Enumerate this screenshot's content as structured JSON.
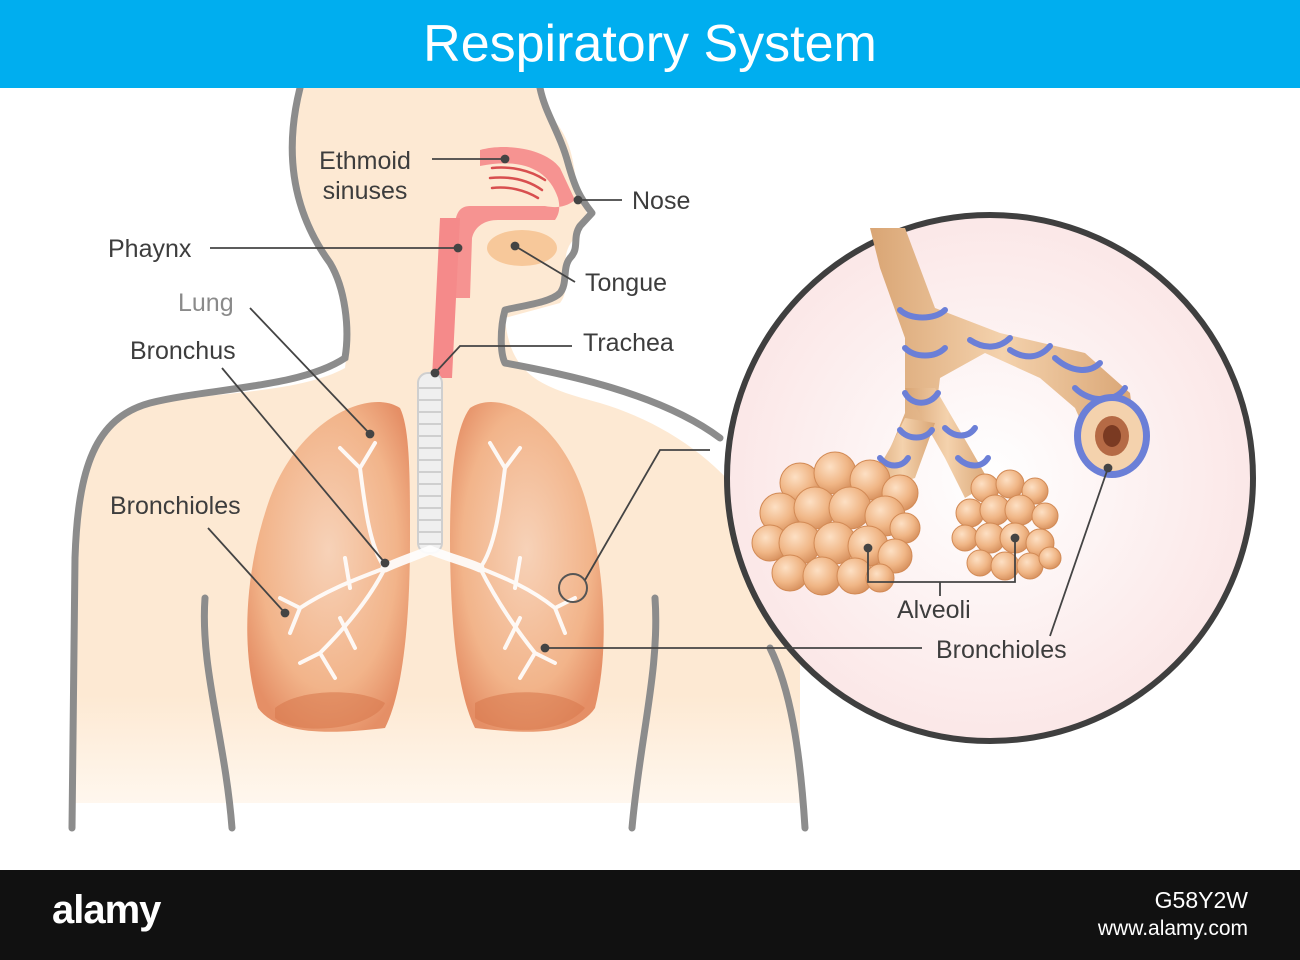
{
  "title": "Respiratory System",
  "labels": {
    "ethmoid_line1": "Ethmoid",
    "ethmoid_line2": "sinuses",
    "nose": "Nose",
    "phaynx": "Phaynx",
    "tongue": "Tongue",
    "lung": "Lung",
    "trachea": "Trachea",
    "bronchus": "Bronchus",
    "bronchioles_left": "Bronchioles",
    "alveoli": "Alveoli",
    "bronchioles_right": "Bronchioles"
  },
  "footer": {
    "brand": "alamy",
    "image_id": "G58Y2W",
    "url": "www.alamy.com"
  },
  "colors": {
    "title_bar": "#00aeef",
    "skin": "#fde9d3",
    "outline": "#8c8c8c",
    "lung": "#f2b48a",
    "airway": "#f58a8a",
    "bronchus_tube": "#e6b98c",
    "cartilage_ring": "#6b7fd7",
    "alveoli": "#f0b686",
    "footer": "#111111"
  }
}
